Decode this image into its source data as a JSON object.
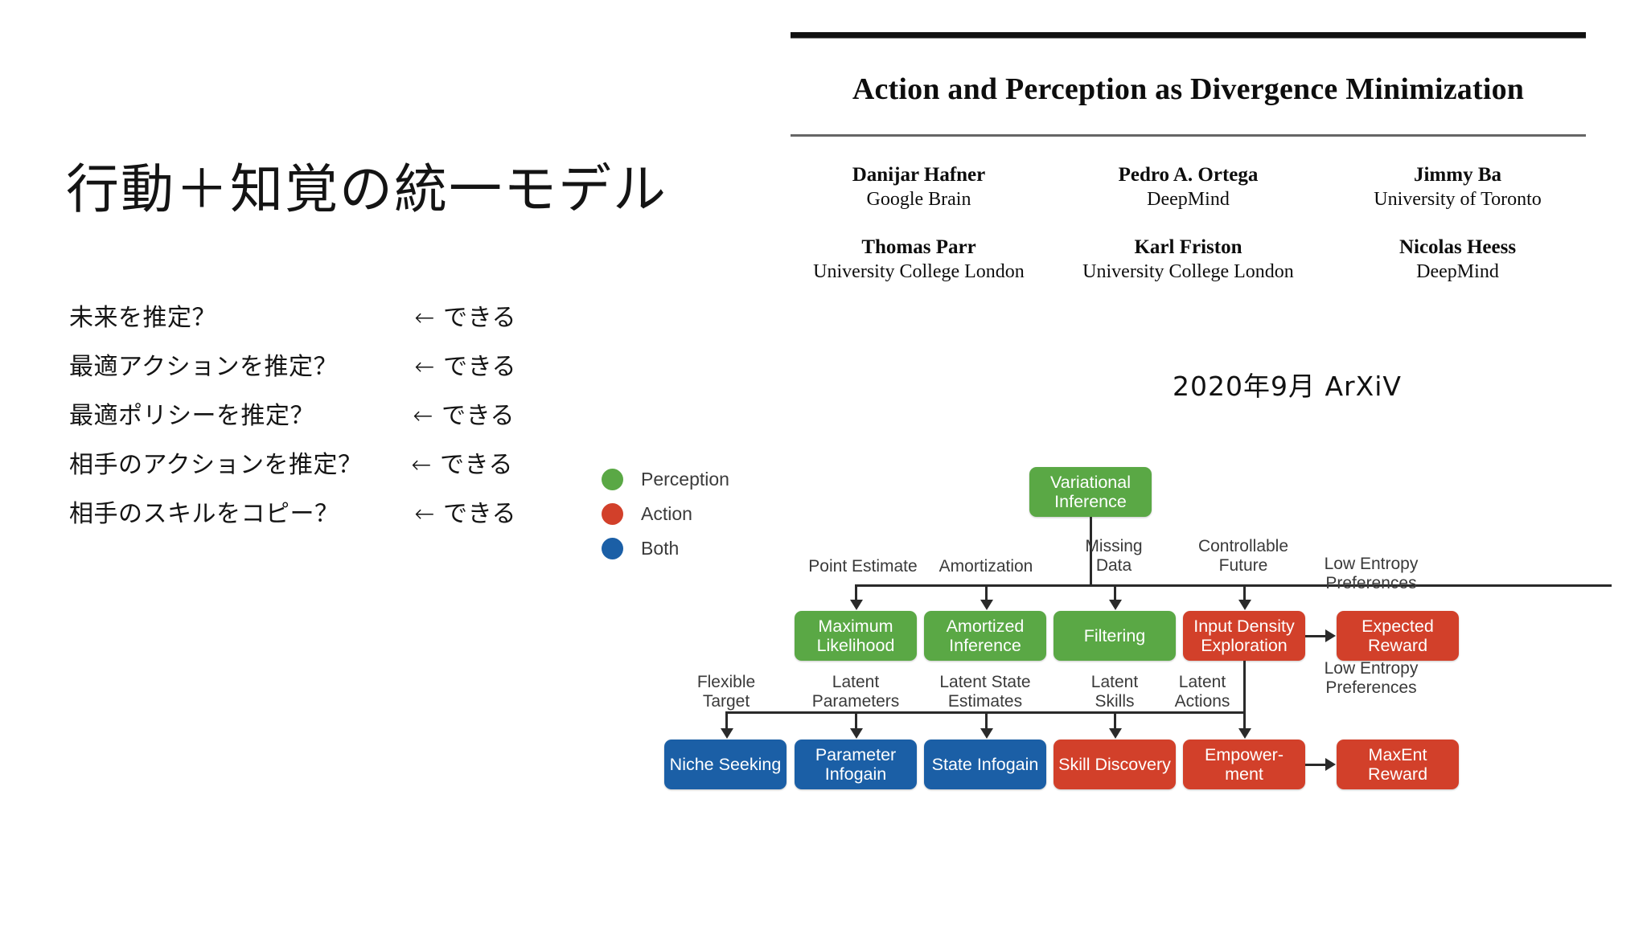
{
  "slide": {
    "title": "行動＋知覚の統一モデル",
    "qa_rows": [
      {
        "question": "未来を推定？",
        "answer": "← できる"
      },
      {
        "question": "最適アクションを推定？",
        "answer": "← できる"
      },
      {
        "question": "最適ポリシーを推定？",
        "answer": "← できる"
      },
      {
        "question": "相手のアクションを推定？",
        "answer": "← できる"
      },
      {
        "question": "相手のスキルをコピー？",
        "answer": "← できる"
      }
    ]
  },
  "paper": {
    "title": "Action and Perception as Divergence Minimization",
    "authors": [
      {
        "name": "Danijar Hafner",
        "affiliation": "Google Brain"
      },
      {
        "name": "Pedro A. Ortega",
        "affiliation": "DeepMind"
      },
      {
        "name": "Jimmy Ba",
        "affiliation": "University of Toronto"
      },
      {
        "name": "Thomas Parr",
        "affiliation": "University College London"
      },
      {
        "name": "Karl Friston",
        "affiliation": "University College London"
      },
      {
        "name": "Nicolas Heess",
        "affiliation": "DeepMind"
      }
    ],
    "publication_note": "2020年9月 ArXiV"
  },
  "diagram": {
    "legend": [
      {
        "label": "Perception",
        "color": "#5aa845"
      },
      {
        "label": "Action",
        "color": "#d2402a"
      },
      {
        "label": "Both",
        "color": "#1b5fa6"
      }
    ],
    "root": {
      "label": "Variational Inference",
      "category": "Perception"
    },
    "edge_labels_row1": [
      "Point Estimate",
      "Amortization",
      "Missing Data",
      "Controllable Future",
      "Low Entropy Preferences"
    ],
    "row_middle": [
      {
        "label": "Maximum Likelihood",
        "category": "Perception"
      },
      {
        "label": "Amortized Inference",
        "category": "Perception"
      },
      {
        "label": "Filtering",
        "category": "Perception"
      },
      {
        "label": "Input Density Exploration",
        "category": "Action"
      },
      {
        "label": "Expected Reward",
        "category": "Action"
      }
    ],
    "edge_labels_row2": [
      "Flexible Target",
      "Latent Parameters",
      "Latent State Estimates",
      "Latent Skills",
      "Latent Actions",
      "Low Entropy Preferences"
    ],
    "row_bottom": [
      {
        "label": "Niche Seeking",
        "category": "Both"
      },
      {
        "label": "Parameter Infogain",
        "category": "Both"
      },
      {
        "label": "State Infogain",
        "category": "Both"
      },
      {
        "label": "Skill Discovery",
        "category": "Action"
      },
      {
        "label": "Empower-ment",
        "category": "Action"
      },
      {
        "label": "MaxEnt Reward",
        "category": "Action"
      }
    ],
    "node_lines": {
      "root": [
        "Variational",
        "Inference"
      ],
      "mid0": [
        "Maximum",
        "Likelihood"
      ],
      "mid1": [
        "Amortized",
        "Inference"
      ],
      "mid2": [
        "Filtering"
      ],
      "mid3": [
        "Input Density",
        "Exploration"
      ],
      "mid4": [
        "Expected",
        "Reward"
      ],
      "bot0": [
        "Niche Seeking"
      ],
      "bot1": [
        "Parameter",
        "Infogain"
      ],
      "bot2": [
        "State Infogain"
      ],
      "bot3": [
        "Skill Discovery"
      ],
      "bot4": [
        "Empower-",
        "ment"
      ],
      "bot5": [
        "MaxEnt",
        "Reward"
      ]
    },
    "label_lines": {
      "e0": [
        "Point Estimate"
      ],
      "e1": [
        "Amortization"
      ],
      "e2": [
        "Missing",
        "Data"
      ],
      "e3": [
        "Controllable",
        "Future"
      ],
      "e4": [
        "Low Entropy",
        "Preferences"
      ],
      "f0": [
        "Flexible",
        "Target"
      ],
      "f1": [
        "Latent",
        "Parameters"
      ],
      "f2": [
        "Latent State",
        "Estimates"
      ],
      "f3": [
        "Latent",
        "Skills"
      ],
      "f4": [
        "Latent",
        "Actions"
      ],
      "f5": [
        "Low Entropy",
        "Preferences"
      ]
    }
  }
}
